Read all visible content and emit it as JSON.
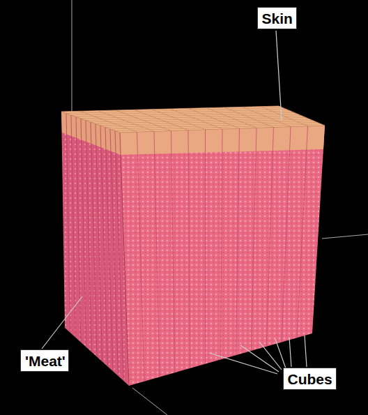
{
  "diagram": {
    "nodes": [
      {
        "text": [
          "Skin"
        ]
      },
      {
        "text": [
          "'Meat'"
        ]
      },
      {
        "text": [
          "Cubes"
        ]
      }
    ]
  }
}
